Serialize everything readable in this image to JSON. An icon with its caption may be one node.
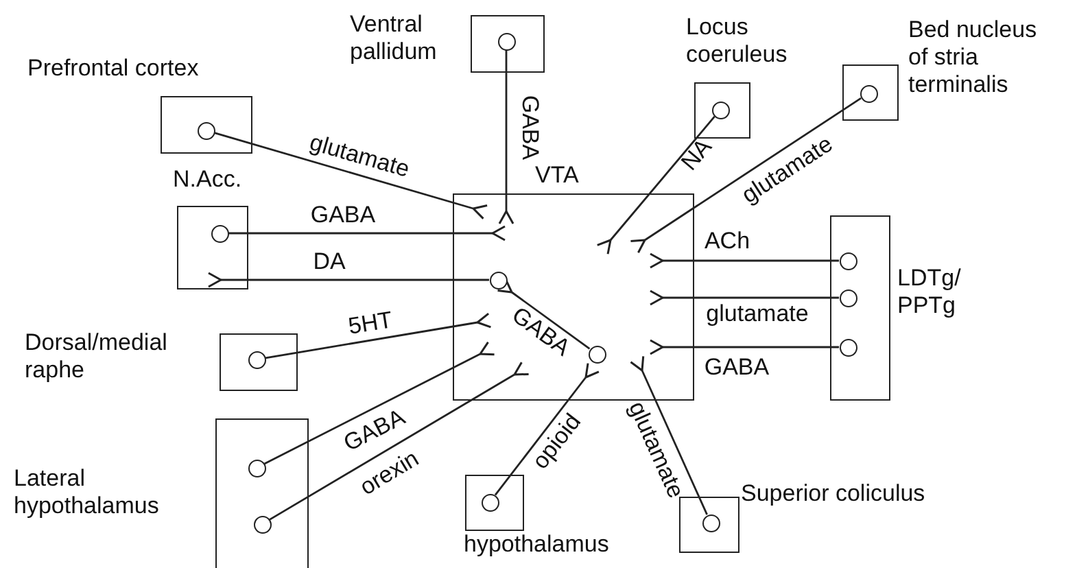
{
  "diagram": {
    "nodes": [
      {
        "text": [
          "Prefrontal cortex"
        ]
      },
      {
        "text": [],
        "shape": "circle",
        "in": 0
      },
      {
        "text": [
          "Ventral pallidum"
        ]
      },
      {
        "text": [],
        "shape": "circle",
        "in": 2
      },
      {
        "text": [
          "Locus coeruleus"
        ]
      },
      {
        "text": [],
        "shape": "circle",
        "in": 4
      },
      {
        "text": [
          "Bed nucleus of stria terminalis"
        ]
      },
      {
        "text": [],
        "shape": "circle",
        "in": 6
      },
      {
        "text": [
          "N.Acc."
        ]
      },
      {
        "text": [],
        "shape": "circle",
        "in": 8
      },
      {
        "text": [
          "VTA"
        ]
      },
      {
        "text": [],
        "shape": "circle",
        "in": 10
      },
      {
        "text": [],
        "shape": "circle",
        "in": 10
      },
      {
        "text": [
          "LDTg/ PPTg"
        ]
      },
      {
        "text": [],
        "shape": "circle",
        "in": 13
      },
      {
        "text": [],
        "shape": "circle",
        "in": 13
      },
      {
        "text": [],
        "shape": "circle",
        "in": 13
      },
      {
        "text": [
          "Dorsal/medial raphe"
        ]
      },
      {
        "text": [],
        "shape": "circle",
        "in": 17
      },
      {
        "text": [
          "Lateral hypothalamus"
        ]
      },
      {
        "text": [],
        "shape": "circle",
        "in": 19
      },
      {
        "text": [],
        "shape": "circle",
        "in": 19
      },
      {
        "text": [
          "hypothalamus"
        ]
      },
      {
        "text": [],
        "shape": "circle",
        "in": 22
      },
      {
        "text": [
          "Superior coliculus"
        ]
      },
      {
        "text": [],
        "shape": "circle",
        "in": 24
      }
    ],
    "edges": [
      {
        "from": 1,
        "to": 10,
        "arrow": "other",
        "label": "glutamate"
      },
      {
        "from": 3,
        "to": 10,
        "arrow": "other",
        "label": "GABA"
      },
      {
        "from": 9,
        "to": 10,
        "arrow": "other",
        "label": "GABA"
      },
      {
        "from": 11,
        "to": 8,
        "arrow": "other",
        "label": "DA"
      },
      {
        "from": 12,
        "to": 11,
        "arrow": "other",
        "label": "GABA"
      },
      {
        "from": 5,
        "to": 10,
        "arrow": "other",
        "label": "NA"
      },
      {
        "from": 7,
        "to": 10,
        "arrow": "other",
        "label": "glutamate"
      },
      {
        "from": 14,
        "to": 10,
        "arrow": "other",
        "label": "ACh"
      },
      {
        "from": 15,
        "to": 10,
        "arrow": "other",
        "label": "glutamate"
      },
      {
        "from": 16,
        "to": 10,
        "arrow": "other",
        "label": "GABA"
      },
      {
        "from": 18,
        "to": 10,
        "arrow": "other",
        "label": "5HT"
      },
      {
        "from": 20,
        "to": 10,
        "arrow": "other",
        "label": "GABA"
      },
      {
        "from": 21,
        "to": 10,
        "arrow": "other",
        "label": "orexin"
      },
      {
        "from": 23,
        "to": 10,
        "arrow": "other",
        "label": "opioid"
      },
      {
        "from": 25,
        "to": 10,
        "arrow": "other",
        "label": "glutamate"
      }
    ]
  }
}
